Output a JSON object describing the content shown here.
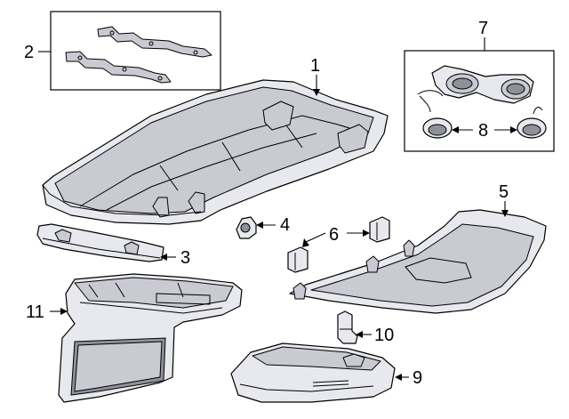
{
  "diagram": {
    "callouts": {
      "c1": "1",
      "c2": "2",
      "c3": "3",
      "c4": "4",
      "c5": "5",
      "c6": "6",
      "c7": "7",
      "c8": "8",
      "c9": "9",
      "c10": "10",
      "c11": "11"
    },
    "colors": {
      "part_fill": "#e8e9ee",
      "part_shade": "#c9cad2",
      "outline": "#000000",
      "background": "#ffffff"
    }
  }
}
